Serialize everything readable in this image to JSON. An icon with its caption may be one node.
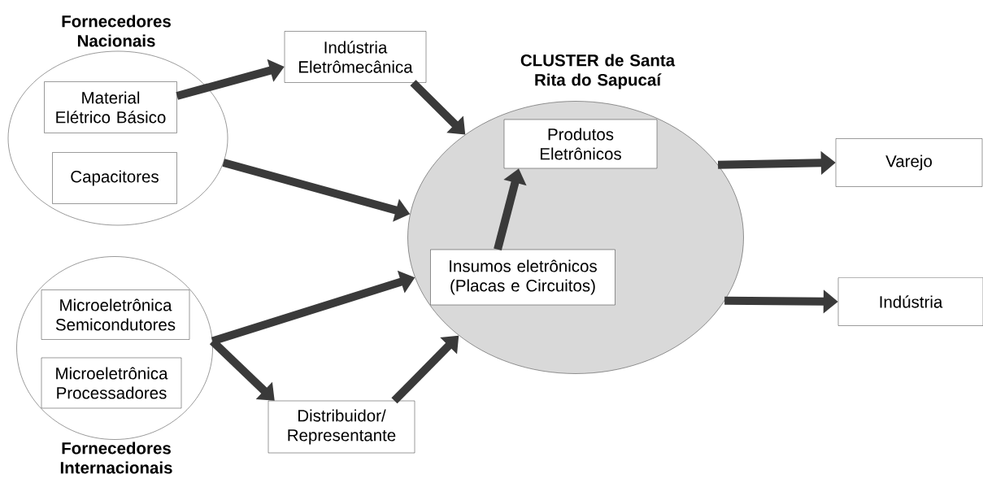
{
  "diagram": {
    "nodes": [
      {
        "text": [
          "Fornecedores Nacionais"
        ]
      },
      {
        "text": [
          "Material Elétrico Básico"
        ],
        "in": 0
      },
      {
        "text": [
          "Capacitores"
        ],
        "in": 0
      },
      {
        "text": [
          "Indústria Eletrômecânica"
        ]
      },
      {
        "text": [
          "CLUSTER de Santa Rita do Sapucaí"
        ]
      },
      {
        "text": [
          "Produtos Eletrônicos"
        ],
        "in": 4
      },
      {
        "text": [
          "Insumos eletrônicos (Placas e Circuitos)"
        ],
        "in": 4
      },
      {
        "text": [
          "Varejo"
        ]
      },
      {
        "text": [
          "Fornecedores Internacionais"
        ]
      },
      {
        "text": [
          "Microeletrônica Semicondutores"
        ],
        "in": 8
      },
      {
        "text": [
          "Microeletrônica Processadores"
        ],
        "in": 8
      },
      {
        "text": [
          "Distribuidor/ Representante"
        ]
      },
      {
        "text": [
          "Indústria"
        ]
      }
    ],
    "edges": [
      {
        "from": 1,
        "to": 3,
        "arrow": "to"
      },
      {
        "from": 3,
        "to": 4,
        "arrow": "to"
      },
      {
        "from": 0,
        "to": 4,
        "arrow": "to"
      },
      {
        "from": 6,
        "to": 5,
        "arrow": "to"
      },
      {
        "from": 8,
        "to": 4,
        "arrow": "to"
      },
      {
        "from": 8,
        "to": 11,
        "arrow": "to"
      },
      {
        "from": 11,
        "to": 4,
        "arrow": "to"
      },
      {
        "from": 4,
        "to": 7,
        "arrow": "to"
      },
      {
        "from": 4,
        "to": 12,
        "arrow": "to"
      }
    ]
  }
}
